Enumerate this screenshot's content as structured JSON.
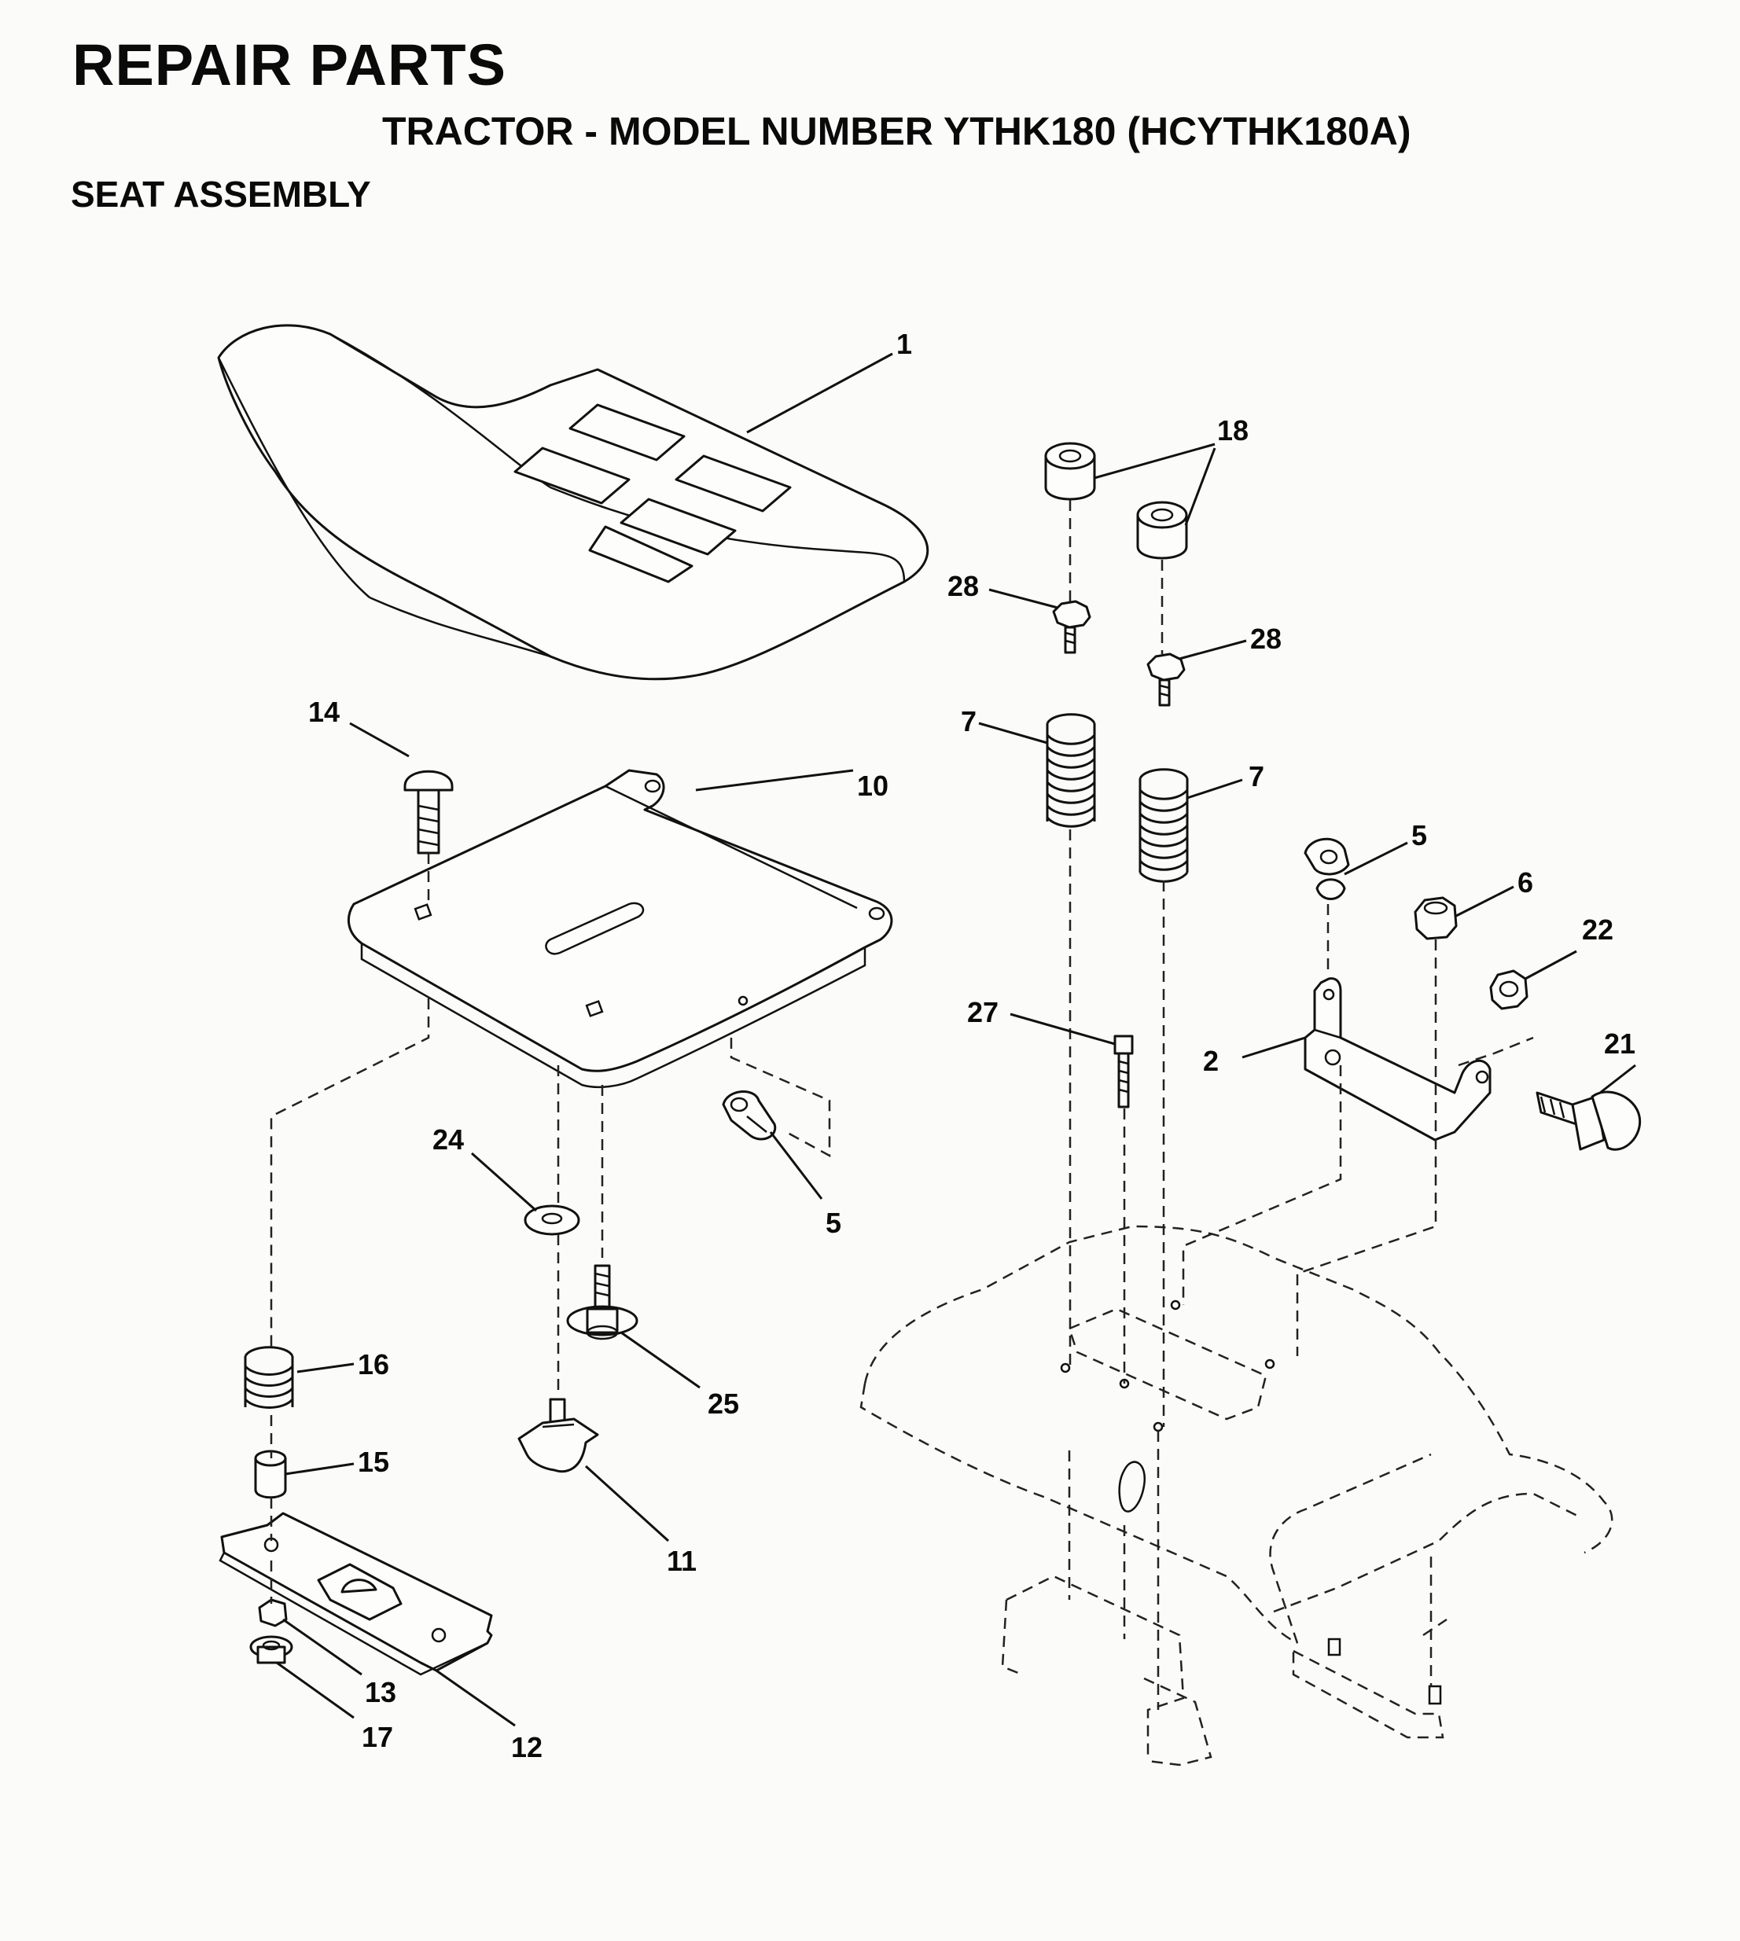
{
  "header": {
    "title": "REPAIR PARTS",
    "subtitle": "TRACTOR - MODEL NUMBER YTHK180 (HCYTHK180A)",
    "section": "SEAT ASSEMBLY"
  },
  "callouts": {
    "c1": "1",
    "c18": "18",
    "c28a": "28",
    "c28b": "28",
    "c7a": "7",
    "c7b": "7",
    "c14": "14",
    "c10": "10",
    "c5a": "5",
    "c6": "6",
    "c22": "22",
    "c27": "27",
    "c2": "2",
    "c21": "21",
    "c24": "24",
    "c5b": "5",
    "c16": "16",
    "c25": "25",
    "c15": "15",
    "c11": "11",
    "c13": "13",
    "c17": "17",
    "c12": "12"
  }
}
